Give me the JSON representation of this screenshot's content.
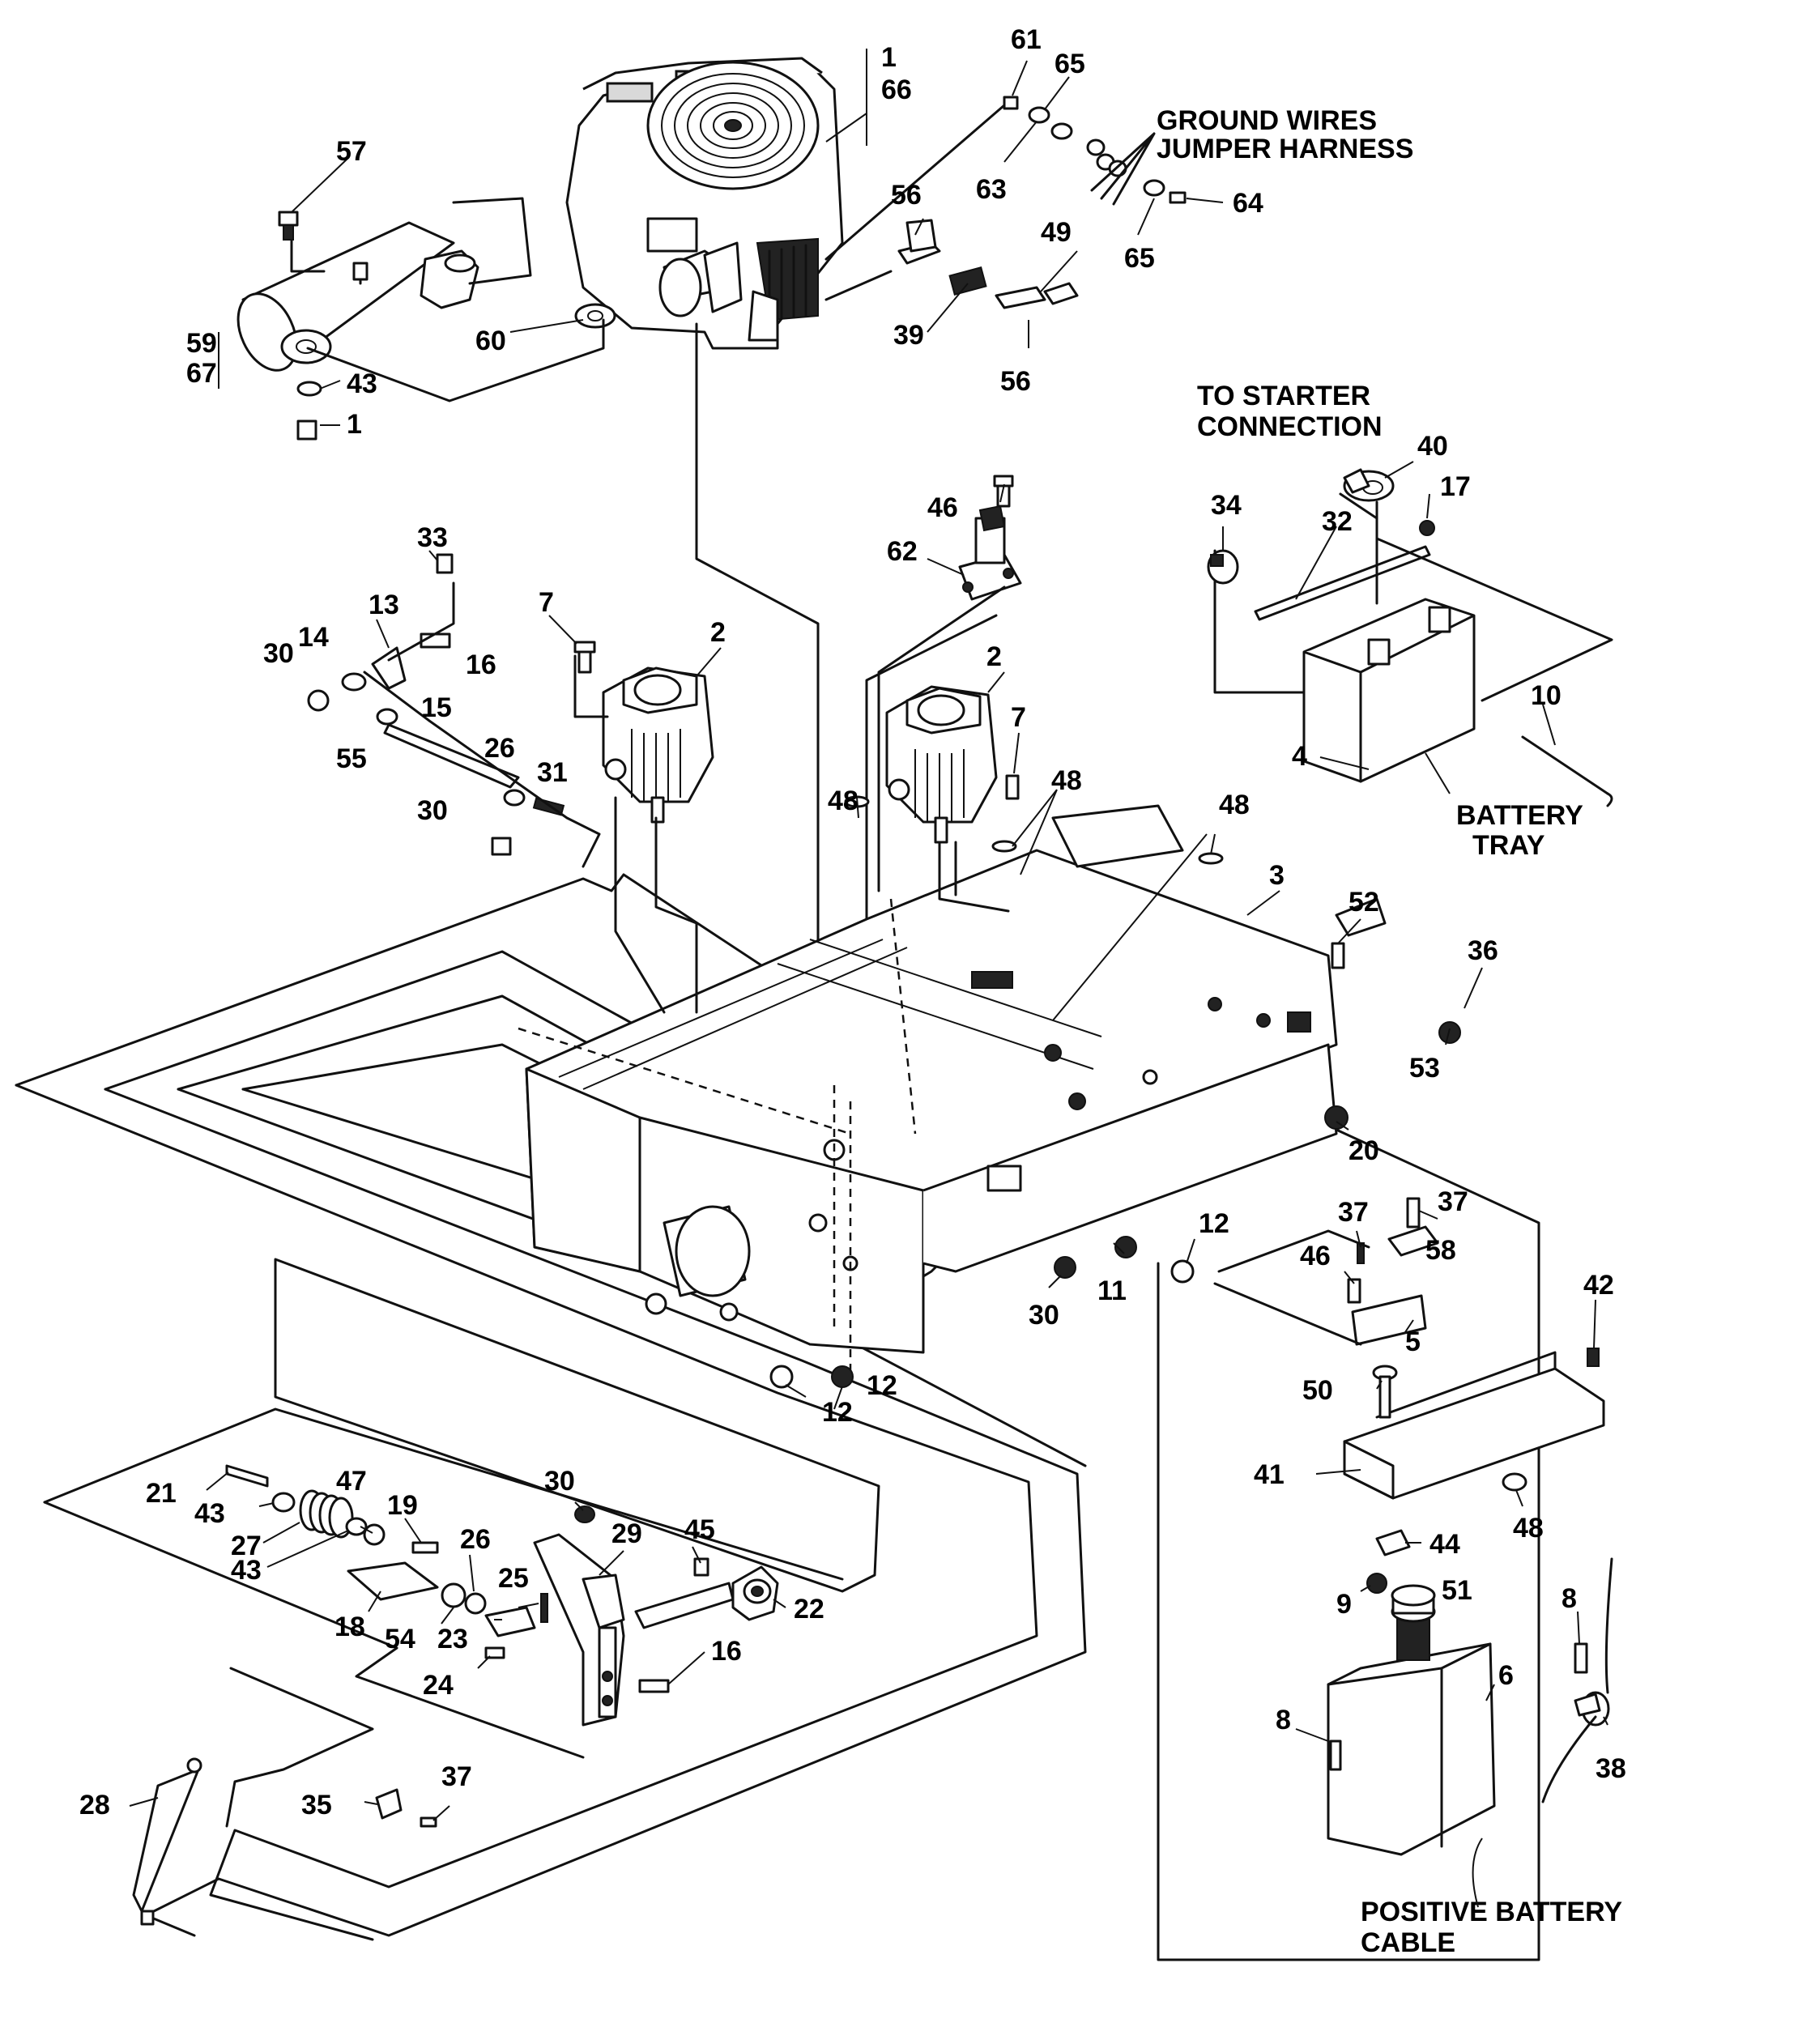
{
  "callouts": {
    "c1": "1",
    "c66": "66",
    "c61": "61",
    "c65a": "65",
    "c65b": "65",
    "c63": "63",
    "c64": "64",
    "c57": "57",
    "c56a": "56",
    "c56b": "56",
    "c49": "49",
    "c39": "39",
    "c60": "60",
    "c59": "59",
    "c67": "67",
    "c43a": "43",
    "c1b": "1",
    "c40": "40",
    "c17": "17",
    "c34": "34",
    "c32": "32",
    "c10": "10",
    "c4": "4",
    "c46a": "46",
    "c62": "62",
    "c33": "33",
    "c13": "13",
    "c7a": "7",
    "c2a": "2",
    "c2b": "2",
    "c14": "14",
    "c30a": "30",
    "c16a": "16",
    "c15": "15",
    "c55": "55",
    "c26a": "26",
    "c31": "31",
    "c30b": "30",
    "c7b": "7",
    "c48a": "48",
    "c48b": "48",
    "c48c": "48",
    "c3": "3",
    "c52": "52",
    "c36": "36",
    "c53": "53",
    "c20": "20",
    "c12a": "12",
    "c37a": "37",
    "c37b": "37",
    "c46b": "46",
    "c58": "58",
    "c42": "42",
    "c5": "5",
    "c11": "11",
    "c30c": "30",
    "c12b": "12",
    "c12c": "12",
    "c50": "50",
    "c41": "41",
    "c48d": "48",
    "c44": "44",
    "c9": "9",
    "c51": "51",
    "c8a": "8",
    "c8b": "8",
    "c6": "6",
    "c38": "38",
    "c30d": "30",
    "c21": "21",
    "c43b": "43",
    "c47": "47",
    "c19": "19",
    "c27": "27",
    "c43c": "43",
    "c29": "29",
    "c45": "45",
    "c26b": "26",
    "c25": "25",
    "c22": "22",
    "c18": "18",
    "c54": "54",
    "c23": "23",
    "c24": "24",
    "c16b": "16",
    "c28": "28",
    "c35": "35",
    "c37c": "37"
  },
  "labels": {
    "ground_wires": "GROUND WIRES",
    "jumper_harness": "JUMPER HARNESS",
    "to_starter": "TO STARTER",
    "connection": "CONNECTION",
    "battery": "BATTERY",
    "tray": "TRAY",
    "positive_battery": "POSITIVE BATTERY",
    "cable": "CABLE"
  }
}
